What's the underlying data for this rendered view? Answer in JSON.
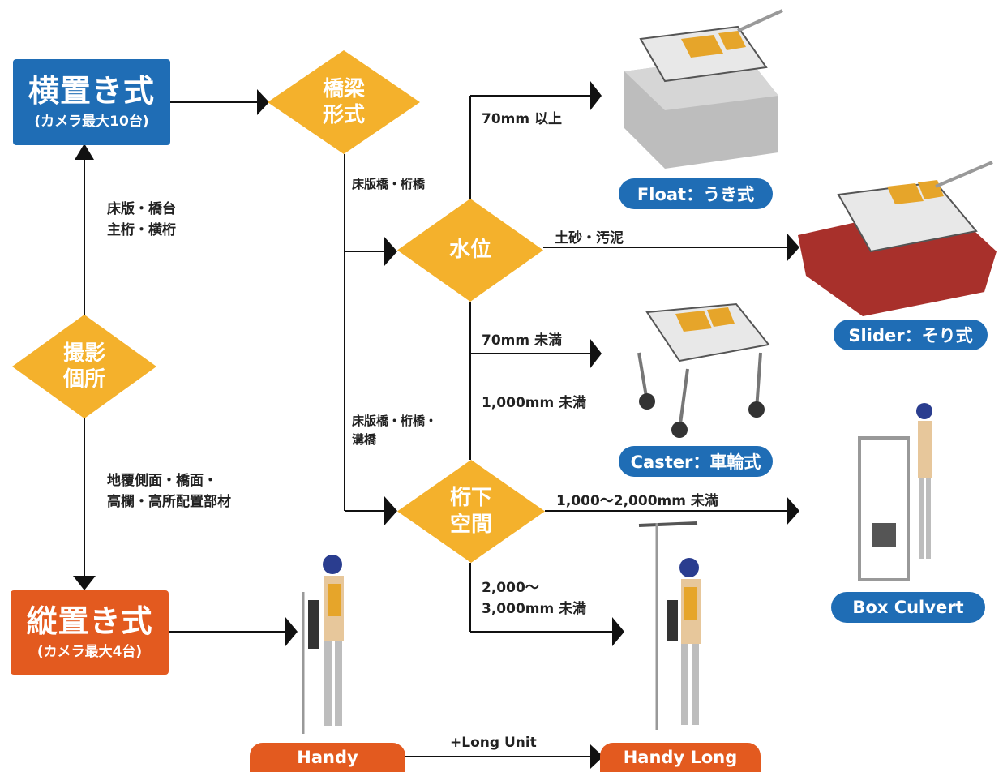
{
  "nodes": {
    "yokooki": {
      "title": "横置き式",
      "sub": "(カメラ最大10台)"
    },
    "tateoki": {
      "title": "縦置き式",
      "sub": "(カメラ最大4台)"
    },
    "satsuei": {
      "label": "撮影\n個所"
    },
    "kyoryo": {
      "label": "橋梁\n形式"
    },
    "suii": {
      "label": "水位"
    },
    "ketashita": {
      "label": "桁下\n空間"
    }
  },
  "edge_labels": {
    "yoko_targets": "床版・橋台\n主桁・横桁",
    "tate_targets": "地覆側面・橋面・\n高欄・高所配置部材",
    "slab_girder": "床版橋・桁橋",
    "slab_girder_culvert": "床版橋・桁橋・\n溝橋",
    "over70": "70mm 以上",
    "sediment": "土砂・汚泥",
    "under70": "70mm 未満",
    "under1000": "1,000mm 未満",
    "range1000_2000": "1,000～2,000mm 未満",
    "range2000_3000": "2,000～\n3,000mm 未満",
    "long_unit": "+Long Unit"
  },
  "devices": {
    "float": "Float：うき式",
    "slider": "Slider：そり式",
    "caster": "Caster：車輪式",
    "box_culvert": "Box Culvert",
    "handy": "Handy",
    "handy_long": "Handy Long"
  },
  "colors": {
    "blue": "#1f6db5",
    "orange": "#e35a1f",
    "diamond": "#f4b12c"
  }
}
